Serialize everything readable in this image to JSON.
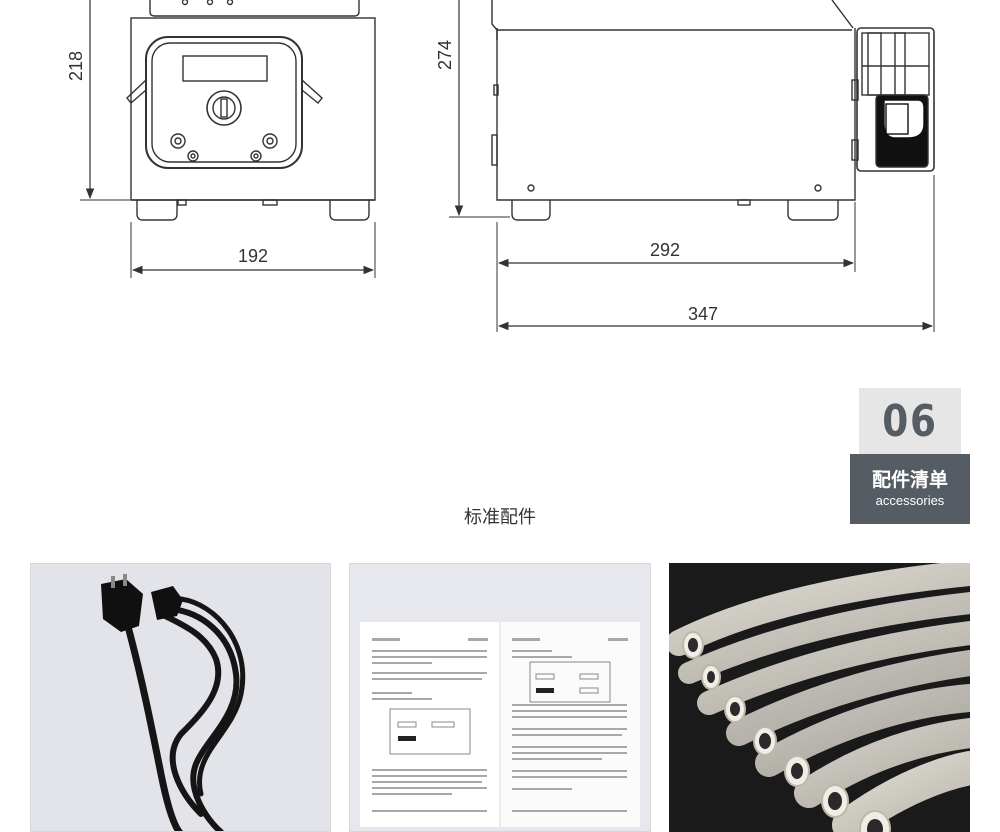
{
  "dimensions": {
    "front_height": "218",
    "front_width": "192",
    "side_height": "274",
    "side_body_width": "292",
    "side_total_width": "347"
  },
  "section_badge": {
    "number": "06",
    "title_cn": "配件清单",
    "title_en": "accessories"
  },
  "section_title": "标准配件",
  "accessory_photos": [
    {
      "item": "power-cord"
    },
    {
      "item": "user-manual"
    },
    {
      "item": "silicone-tubing"
    }
  ],
  "colors": {
    "badge_light": "#e6e6e6",
    "badge_dark": "#555c63",
    "line": "#333333"
  }
}
